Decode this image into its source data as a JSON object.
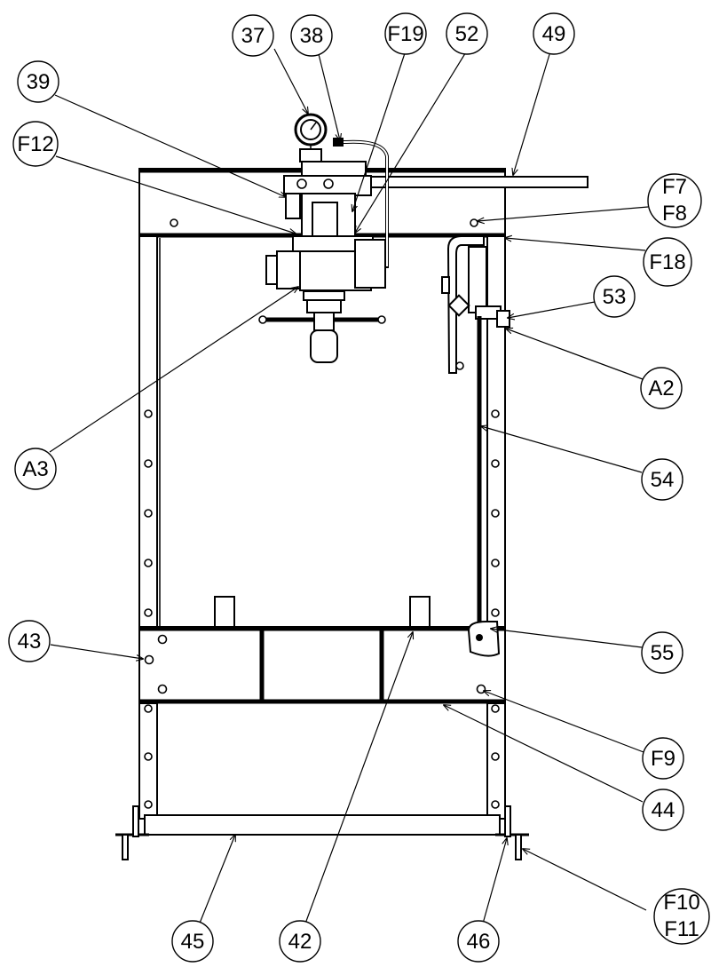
{
  "callouts": {
    "c37": "37",
    "c38": "38",
    "cF19": "F19",
    "c52": "52",
    "c49": "49",
    "c39": "39",
    "cF12": "F12",
    "cF7": "F7",
    "cF8": "F8",
    "cF18": "F18",
    "c53": "53",
    "cA2": "A2",
    "cA3": "A3",
    "c54": "54",
    "c43": "43",
    "c55": "55",
    "cF9": "F9",
    "c44": "44",
    "cF10": "F10",
    "cF11": "F11",
    "c45": "45",
    "c42": "42",
    "c46": "46"
  }
}
